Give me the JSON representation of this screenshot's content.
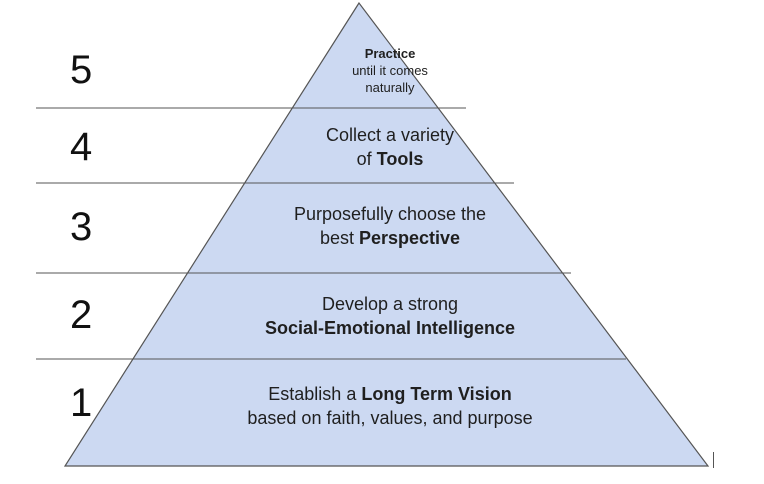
{
  "levels": [
    {
      "number": "5",
      "line1": "Practice",
      "line2": "until it comes",
      "line3": "naturally"
    },
    {
      "number": "4",
      "line1": "Collect a variety",
      "line2_pre": "of ",
      "line2_bold": "Tools"
    },
    {
      "number": "3",
      "line1": "Purposefully choose the",
      "line2_pre": "best ",
      "line2_bold": "Perspective"
    },
    {
      "number": "2",
      "line1": "Develop a strong",
      "line2_bold": "Social-Emotional Intelligence"
    },
    {
      "number": "1",
      "line1_pre": "Establish a ",
      "line1_bold": "Long Term Vision",
      "line2": "based on faith, values, and purpose"
    }
  ],
  "colors": {
    "fill": "#ccd9f2",
    "stroke": "#555555",
    "divider": "#555555"
  }
}
